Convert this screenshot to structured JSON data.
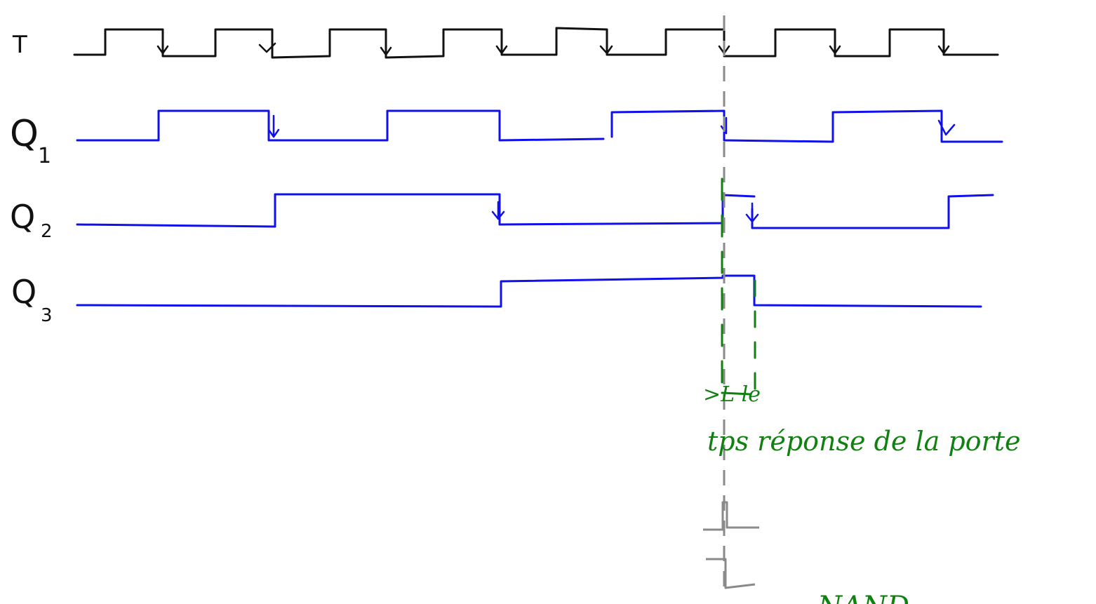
{
  "labels": {
    "clock": "T",
    "q1_main": "Q",
    "q1_sub": "1",
    "q2_main": "Q",
    "q2_sub": "2",
    "q3_main": "Q",
    "q3_sub": "3"
  },
  "annotation": {
    "delay": ">L le",
    "text": "tps réponse de la porte",
    "gate": "NAND"
  },
  "colors": {
    "clock": "#111111",
    "q": "#1010ee",
    "annotation": "#108010",
    "marker": "#8a8a8a"
  }
}
